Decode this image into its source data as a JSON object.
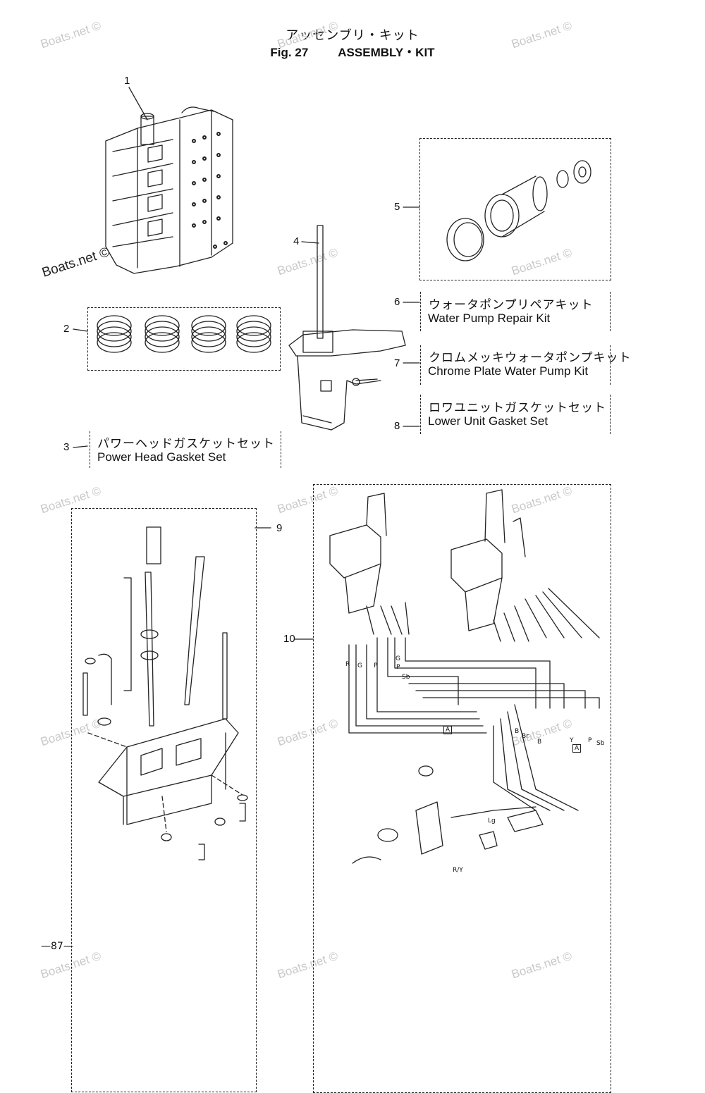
{
  "header": {
    "title_jp": "アッセンブリ・キット",
    "fig_label": "Fig. 27",
    "title_en": "ASSEMBLY・KIT"
  },
  "callouts": {
    "c1": "1",
    "c2": "2",
    "c3": "3",
    "c4": "4",
    "c5": "5",
    "c6": "6",
    "c7": "7",
    "c8": "8",
    "c9": "9",
    "c10": "10"
  },
  "kits": {
    "water_pump_repair": {
      "jp": "ウォータポンプリペアキット",
      "en": "Water Pump Repair Kit"
    },
    "chrome_plate": {
      "jp": "クロムメッキウォータポンプキット",
      "en": "Chrome Plate Water Pump Kit"
    },
    "lower_unit_gasket": {
      "jp": "ロワユニットガスケットセット",
      "en": "Lower Unit Gasket Set"
    },
    "power_head_gasket": {
      "jp": "パワーヘッドガスケットセット",
      "en": "Power Head Gasket Set"
    }
  },
  "wire_labels": {
    "w1": "R",
    "w2": "G",
    "w3": "P",
    "w4": "G",
    "w5": "P",
    "w6": "Sb",
    "w7": "B",
    "w8": "Br",
    "w9": "B",
    "w10": "Y",
    "w11": "P",
    "w12": "Sb",
    "w13": "A",
    "w14": "A",
    "w15": "Lg",
    "w16": "R/Y"
  },
  "watermark": "Boats.net ©",
  "footer": {
    "page_number": "—87—"
  },
  "colors": {
    "line": "#222222",
    "watermark": "#c9c9c9",
    "background": "#ffffff"
  }
}
